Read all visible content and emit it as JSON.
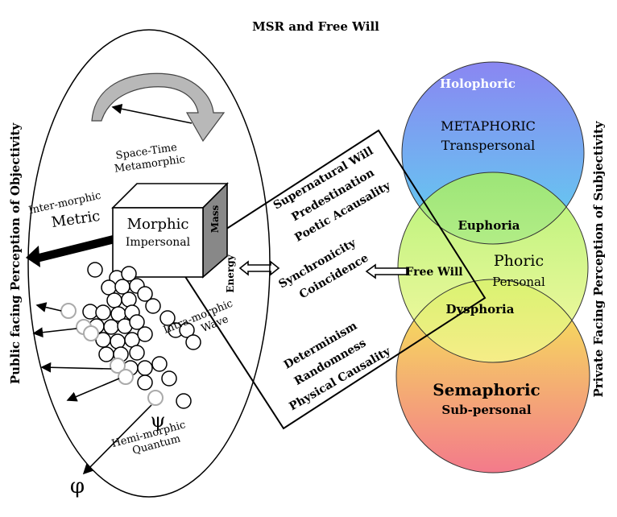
{
  "title": "MSR and Free Will",
  "left_axis_label": "Public facing Perception of Objectivity",
  "right_axis_label": "Private Facing Perception of Subjectivity",
  "left_ellipse": {
    "space_time_line1": "Space-Time",
    "space_time_line2": "Metamorphic",
    "inter_morphic": "Inter-morphic",
    "metric": "Metric",
    "cube_title": "Morphic",
    "cube_subtitle": "Impersonal",
    "cube_side": "Mass",
    "energy": "Energy",
    "intra_morphic": "Intra-morphic",
    "wave": "Wave",
    "hemi_morphic": "Hemi-morphic",
    "quantum": "Quantum",
    "psi": "ψ",
    "phi": "φ"
  },
  "center_box": {
    "group1": [
      "Supernatural Will",
      "Predestination",
      "Poetic Acausality"
    ],
    "group2": [
      "Synchronicity",
      "Coincidence"
    ],
    "group3": [
      "Determinism",
      "Randomness",
      "Physical Causality"
    ]
  },
  "right_circles": {
    "holophoric": "Holophoric",
    "metaphoric": "METAPHORIC",
    "transpersonal": "Transpersonal",
    "euphoria": "Euphoria",
    "free_will": "Free Will",
    "phoric": "Phoric",
    "personal": "Personal",
    "dysphoria": "Dysphoria",
    "semaphoric": "Semaphoric",
    "sub_personal": "Sub-personal"
  },
  "colors": {
    "top_circle": [
      "#8a86f2",
      "#5fd2f0"
    ],
    "middle_circle": [
      "#a6f05c",
      "#f6f78e"
    ],
    "bottom_circle": [
      "#f6ee54",
      "#f37a8b"
    ]
  }
}
